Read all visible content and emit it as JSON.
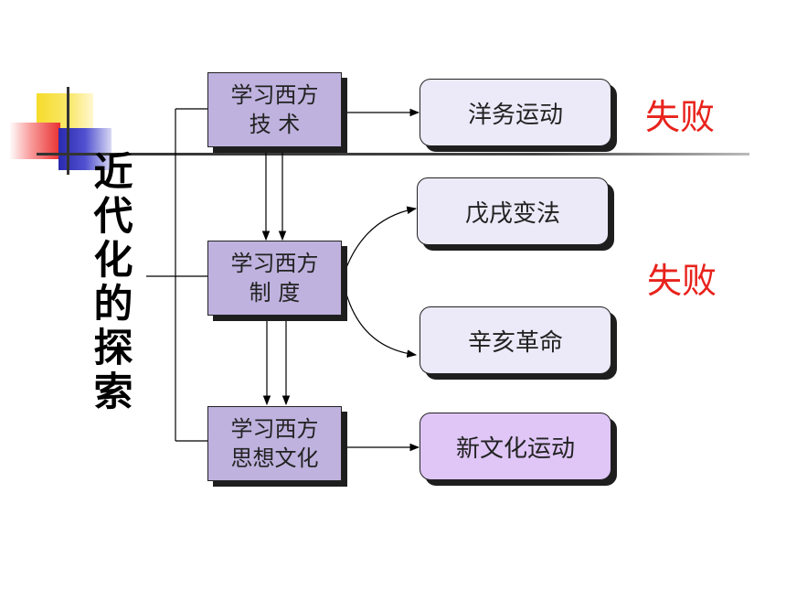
{
  "vertical_title": [
    "近",
    "代",
    "化",
    "的",
    "探",
    "索"
  ],
  "left_boxes": [
    {
      "line1": "学习西方",
      "line2": "技 术"
    },
    {
      "line1": "学习西方",
      "line2": "制 度"
    },
    {
      "line1": "学习西方",
      "line2": "思想文化"
    }
  ],
  "right_boxes": [
    {
      "label": "洋务运动"
    },
    {
      "label": "戊戌变法"
    },
    {
      "label": "辛亥革命"
    },
    {
      "label": "新文化运动"
    }
  ],
  "fail_labels": [
    "失败",
    "失败"
  ],
  "colors": {
    "left_box_fill": "#bfb2de",
    "right_box_fill": "#eceaf8",
    "highlight_box_fill": "#dfc6f6",
    "fail_text": "#e8221c"
  }
}
